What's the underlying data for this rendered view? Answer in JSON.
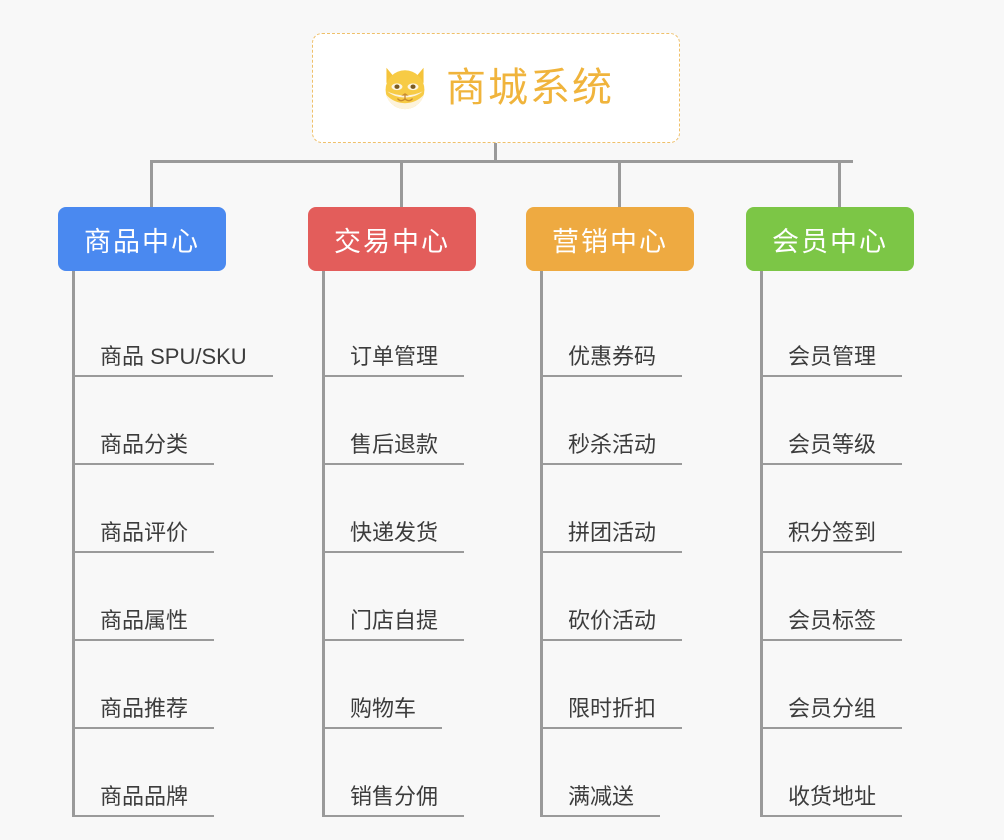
{
  "page": {
    "background_color": "#f8f8f8",
    "title": "商城系统"
  },
  "root": {
    "icon": "shiba-dog-icon",
    "label": "商城系统",
    "text_color": "#f0b43c",
    "border_color": "#efc06a",
    "background_color": "#ffffff"
  },
  "columns": [
    {
      "key": "product-center",
      "label": "商品中心",
      "color": "#4a89f0",
      "items": [
        "商品 SPU/SKU",
        "商品分类",
        "商品评价",
        "商品属性",
        "商品推荐",
        "商品品牌"
      ]
    },
    {
      "key": "trade-center",
      "label": "交易中心",
      "color": "#e35d5b",
      "items": [
        "订单管理",
        "售后退款",
        "快递发货",
        "门店自提",
        "购物车",
        "销售分佣"
      ]
    },
    {
      "key": "marketing-center",
      "label": "营销中心",
      "color": "#eeaa41",
      "items": [
        "优惠券码",
        "秒杀活动",
        "拼团活动",
        "砍价活动",
        "限时折扣",
        "满减送"
      ]
    },
    {
      "key": "member-center",
      "label": "会员中心",
      "color": "#7cc646",
      "items": [
        "会员管理",
        "会员等级",
        "积分签到",
        "会员标签",
        "会员分组",
        "收货地址"
      ]
    }
  ],
  "connector": {
    "color": "#9a9a9a"
  }
}
